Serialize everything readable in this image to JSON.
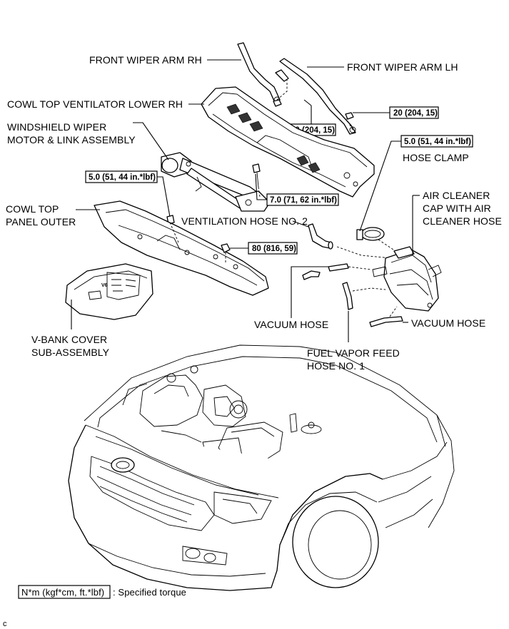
{
  "labels": {
    "front_wiper_arm_rh": "FRONT WIPER ARM RH",
    "front_wiper_arm_lh": "FRONT WIPER ARM LH",
    "cowl_top_ventilator_lower_rh": "COWL TOP VENTILATOR LOWER RH",
    "windshield_wiper_motor_line1": "WINDSHIELD WIPER",
    "windshield_wiper_motor_line2": "MOTOR & LINK ASSEMBLY",
    "hose_clamp": "HOSE CLAMP",
    "cowl_top_panel_outer_line1": "COWL TOP",
    "cowl_top_panel_outer_line2": "PANEL OUTER",
    "ventilation_hose_no2": "VENTILATION HOSE NO. 2",
    "air_cleaner_line1": "AIR CLEANER",
    "air_cleaner_line2": "CAP WITH AIR",
    "air_cleaner_line3": "CLEANER HOSE",
    "vacuum_hose_left": "VACUUM HOSE",
    "vacuum_hose_right": "VACUUM HOSE",
    "v_bank_cover_line1": "V-BANK COVER",
    "v_bank_cover_line2": "SUB-ASSEMBLY",
    "fuel_vapor_line1": "FUEL VAPOR FEED",
    "fuel_vapor_line2": "HOSE NO. 1"
  },
  "torques": {
    "wiper_arm_rh": "20 (204, 15)",
    "wiper_arm_lh": "20 (204, 15)",
    "hose_clamp": "5.0 (51, 44 in.*lbf)",
    "wiper_motor": "5.0 (51, 44 in.*lbf)",
    "link_assembly": "7.0 (71, 62 in.*lbf)",
    "cowl_panel": "80 (816, 59)"
  },
  "legend": {
    "units": "N*m (kgf*cm, ft.*lbf)",
    "text": ": Specified torque"
  },
  "footer": {
    "code": "c"
  }
}
